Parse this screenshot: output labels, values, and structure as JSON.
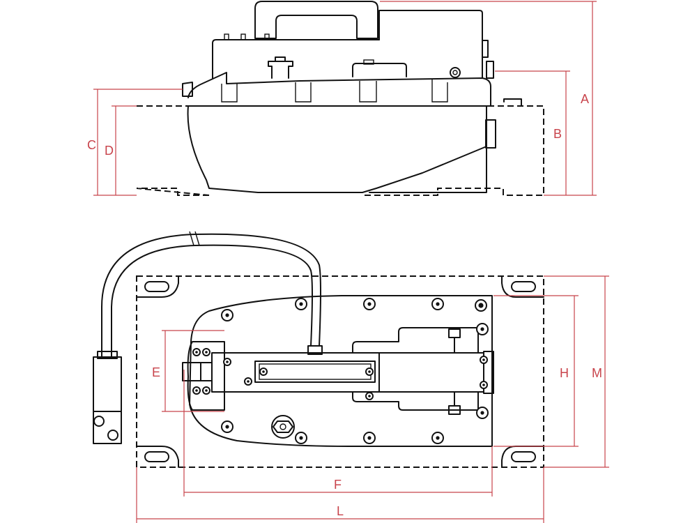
{
  "dimension_labels": {
    "A": "A",
    "B": "B",
    "C": "C",
    "D": "D",
    "E": "E",
    "F": "F",
    "H": "H",
    "L": "L",
    "M": "M"
  },
  "colors": {
    "line": "#111111",
    "dimension": "#c8434b",
    "background": "#ffffff"
  }
}
